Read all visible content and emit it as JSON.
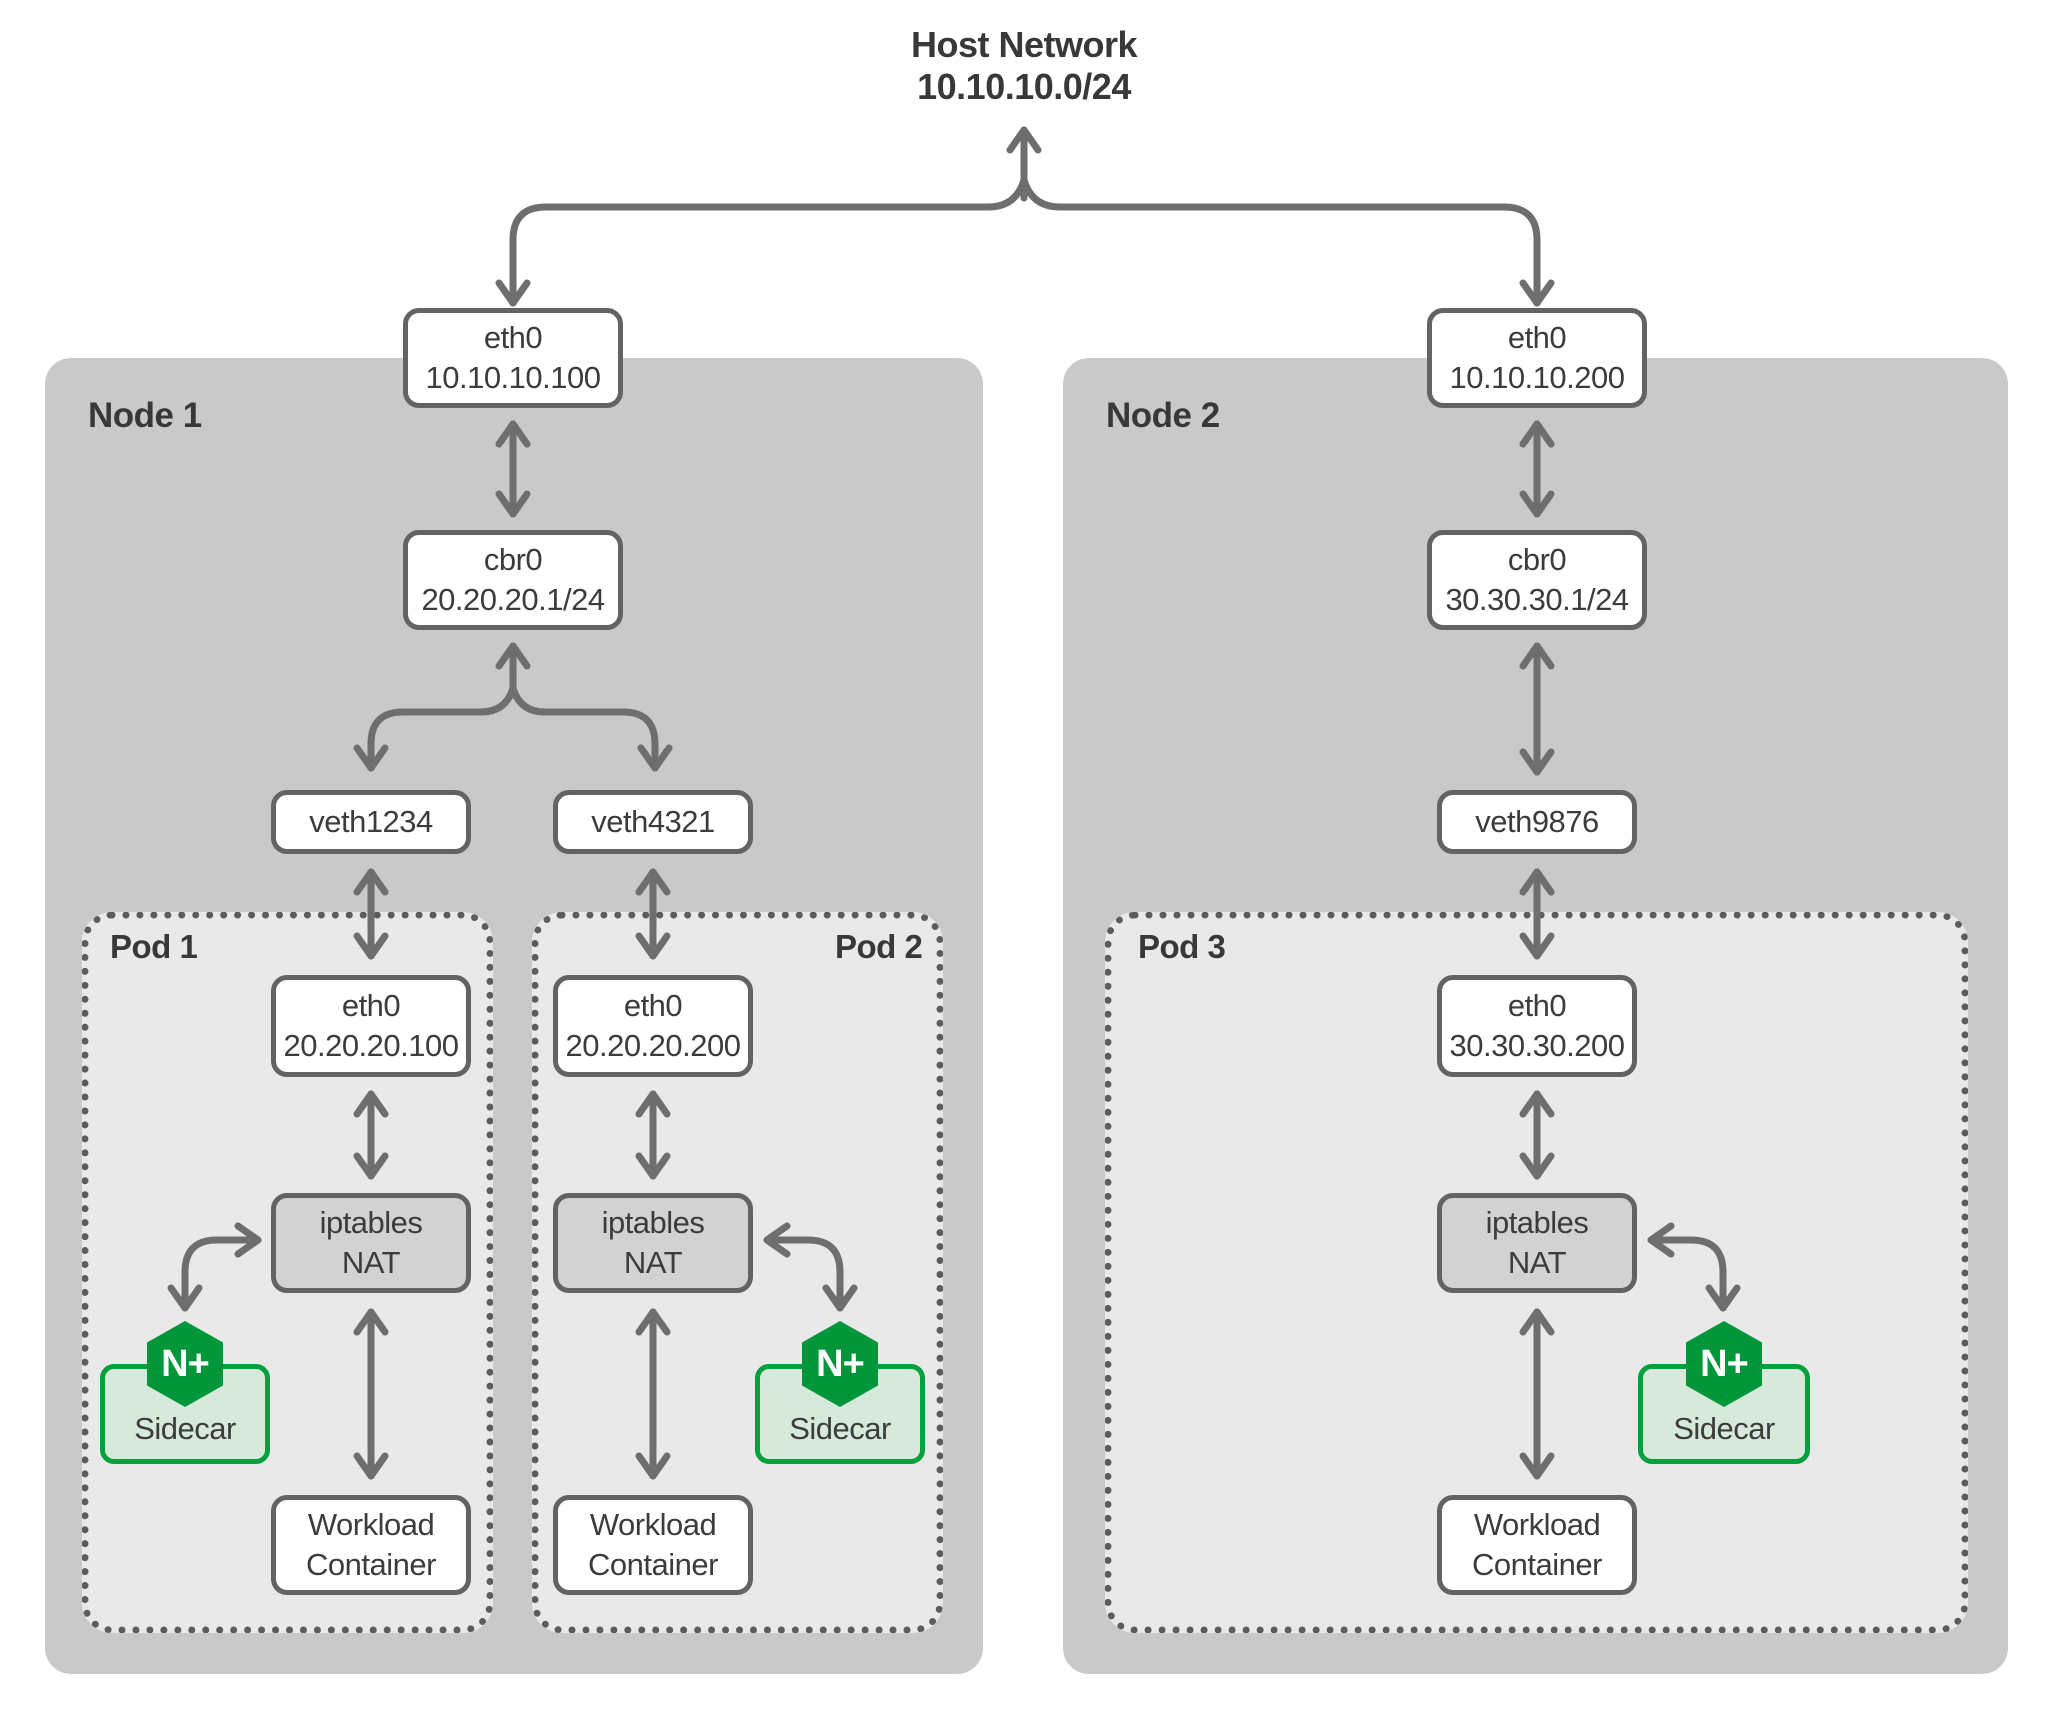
{
  "title": {
    "name": "Host Network",
    "cidr": "10.10.10.0/24"
  },
  "node1": {
    "label": "Node 1",
    "eth0": {
      "name": "eth0",
      "ip": "10.10.10.100"
    },
    "cbr0": {
      "name": "cbr0",
      "ip": "20.20.20.1/24"
    },
    "veths": {
      "left": "veth1234",
      "right": "veth4321"
    },
    "pod1": {
      "label": "Pod 1",
      "eth0": {
        "name": "eth0",
        "ip": "20.20.20.100"
      },
      "nat": {
        "line1": "iptables",
        "line2": "NAT"
      },
      "sidecar": {
        "label": "Sidecar",
        "logo": "N+"
      },
      "workload": {
        "line1": "Workload",
        "line2": "Container"
      }
    },
    "pod2": {
      "label": "Pod 2",
      "eth0": {
        "name": "eth0",
        "ip": "20.20.20.200"
      },
      "nat": {
        "line1": "iptables",
        "line2": "NAT"
      },
      "sidecar": {
        "label": "Sidecar",
        "logo": "N+"
      },
      "workload": {
        "line1": "Workload",
        "line2": "Container"
      }
    }
  },
  "node2": {
    "label": "Node 2",
    "eth0": {
      "name": "eth0",
      "ip": "10.10.10.200"
    },
    "cbr0": {
      "name": "cbr0",
      "ip": "30.30.30.1/24"
    },
    "veth": "veth9876",
    "pod3": {
      "label": "Pod 3",
      "eth0": {
        "name": "eth0",
        "ip": "30.30.30.200"
      },
      "nat": {
        "line1": "iptables",
        "line2": "NAT"
      },
      "sidecar": {
        "label": "Sidecar",
        "logo": "N+"
      },
      "workload": {
        "line1": "Workload",
        "line2": "Container"
      }
    }
  },
  "colors": {
    "nginx_green": "#009639",
    "sidecar_fill": "#d6e9da",
    "sidecar_border": "#00a03c",
    "node_fill": "#c9c9c9",
    "pod_fill": "#e9e9e9",
    "nat_fill": "#d2d2d2",
    "box_border": "#636363",
    "dot_border": "#5c5c5c",
    "arrow": "#6e6e6e",
    "text": "#3c3c3c",
    "label": "#383838"
  }
}
